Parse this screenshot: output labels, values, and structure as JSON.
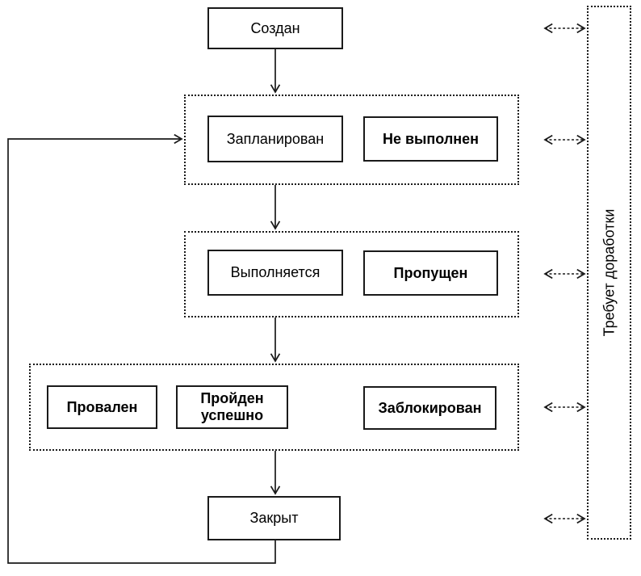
{
  "diagram": {
    "title": "test-case-state-workflow",
    "nodes": {
      "created": {
        "label": "Создан",
        "style": "regular"
      },
      "planned": {
        "label": "Запланирован",
        "style": "regular"
      },
      "not_executed": {
        "label": "Не выполнен",
        "style": "bold"
      },
      "in_progress": {
        "label": "Выполняется",
        "style": "regular"
      },
      "skipped": {
        "label": "Пропущен",
        "style": "bold"
      },
      "failed": {
        "label": "Провален",
        "style": "bold"
      },
      "passed": {
        "label": "Пройден успешно",
        "style": "bold"
      },
      "blocked": {
        "label": "Заблокирован",
        "style": "bold"
      },
      "closed": {
        "label": "Закрыт",
        "style": "regular"
      },
      "rework": {
        "label": "Требует доработки",
        "style": "regular",
        "orientation": "vertical-bottom-to-top"
      }
    },
    "groups": [
      {
        "name": "group-planned-row",
        "members": [
          "planned",
          "not_executed"
        ]
      },
      {
        "name": "group-execution-row",
        "members": [
          "in_progress",
          "skipped"
        ]
      },
      {
        "name": "group-result-row",
        "members": [
          "failed",
          "passed",
          "blocked"
        ]
      }
    ],
    "edges": [
      {
        "from": "created",
        "to": "group-planned-row",
        "style": "solid-arrow"
      },
      {
        "from": "group-planned-row",
        "to": "group-execution-row",
        "style": "solid-arrow"
      },
      {
        "from": "group-execution-row",
        "to": "group-result-row",
        "style": "solid-arrow"
      },
      {
        "from": "group-result-row",
        "to": "closed",
        "style": "solid-arrow"
      },
      {
        "from": "closed",
        "to": "group-planned-row",
        "style": "solid-arrow-feedback-loop"
      },
      {
        "from": "created",
        "to": "rework",
        "style": "dashed-double-arrow"
      },
      {
        "from": "group-planned-row",
        "to": "rework",
        "style": "dashed-double-arrow"
      },
      {
        "from": "group-execution-row",
        "to": "rework",
        "style": "dashed-double-arrow"
      },
      {
        "from": "group-result-row",
        "to": "rework",
        "style": "dashed-double-arrow"
      },
      {
        "from": "closed",
        "to": "rework",
        "style": "dashed-double-arrow"
      }
    ],
    "colors": {
      "line": "#1a1a1a",
      "box_border": "#1a1a1a",
      "background": "#ffffff",
      "text": "#000000"
    }
  }
}
